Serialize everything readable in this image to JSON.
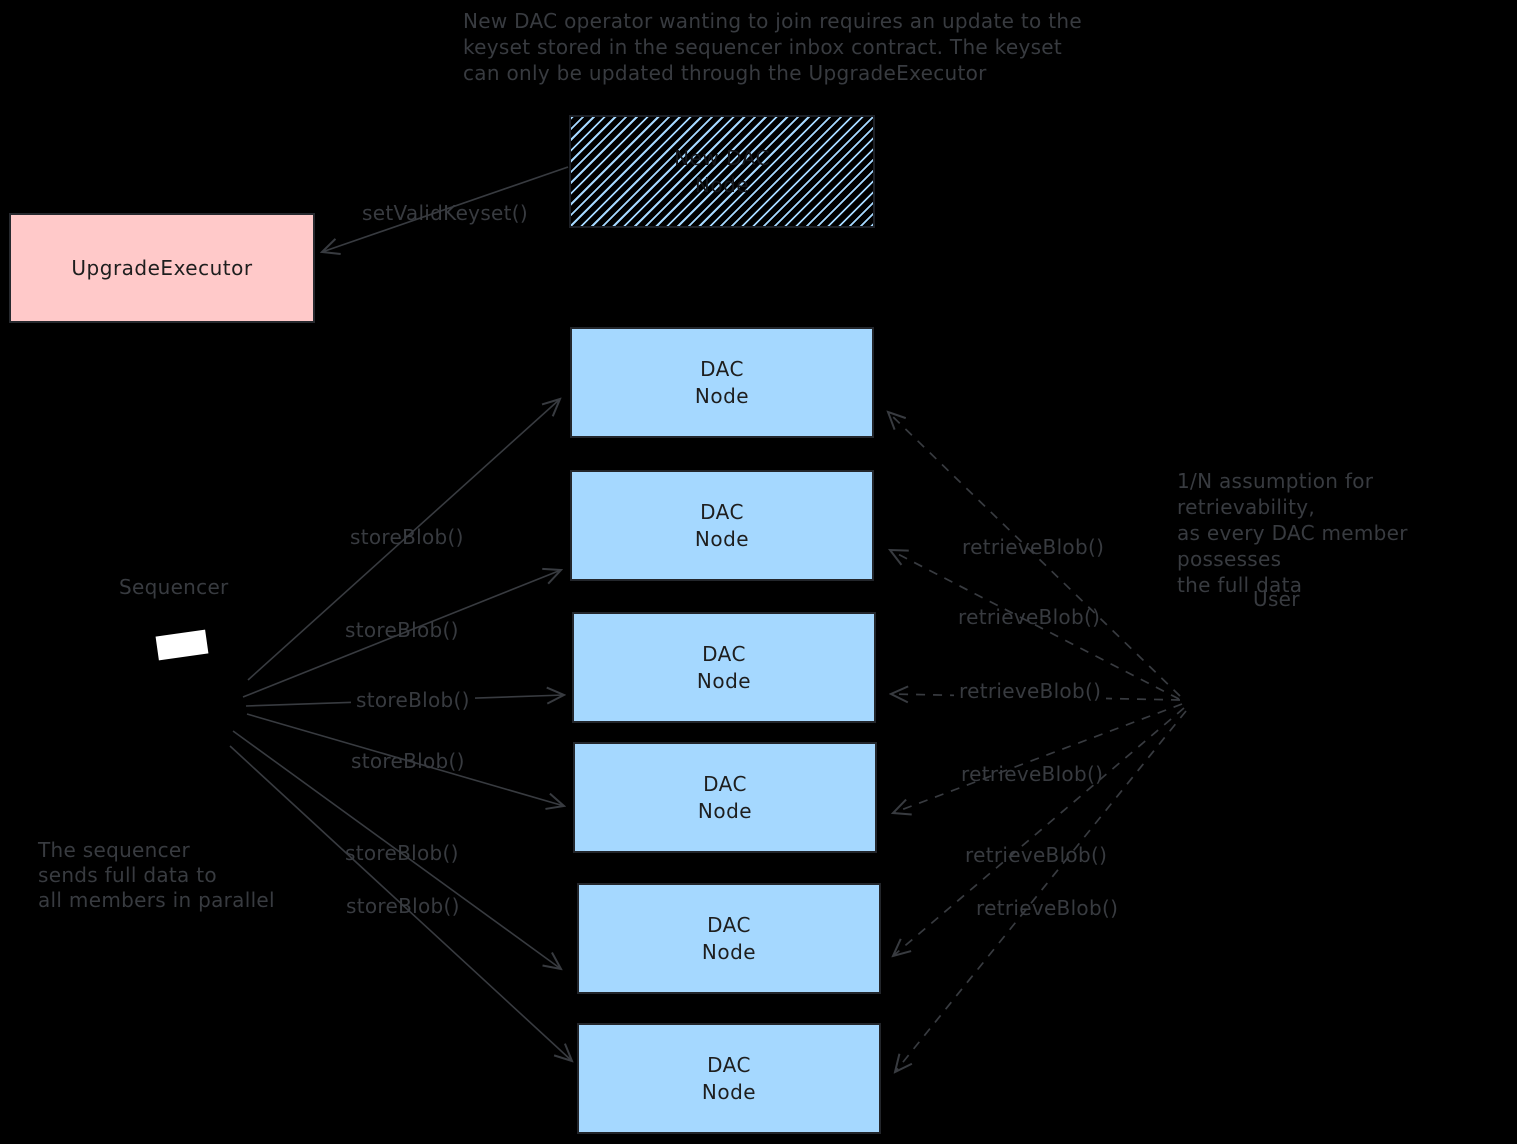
{
  "diagram": {
    "background": "#000000",
    "colors": {
      "node_fill": "#a5d8ff",
      "executor_fill": "#ffc9c9",
      "stroke_and_text": "#383b40",
      "box_text": "#1e1e1e"
    },
    "annotation_top": {
      "lines": [
        "New DAC operator wanting to join requires an update to the",
        "keyset stored in the sequencer inbox contract. The keyset",
        "can only be updated through the UpgradeExecutor"
      ]
    },
    "new_dac_box": {
      "line1": "New DAC",
      "line2": "Node"
    },
    "upgrade_executor_box": {
      "label": "UpgradeExecutor"
    },
    "dac_node_box": {
      "line1": "DAC",
      "line2": "Node"
    },
    "labels": {
      "set_valid_keyset": "setValidKeyset()",
      "store_blob": "storeBlob()",
      "retrieve_blob": "retrieveBlob()",
      "sequencer": "Sequencer",
      "user": "User"
    },
    "note_right": {
      "lines": [
        "1/N assumption for retrievability,",
        "as every DAC member possesses",
        "the full data"
      ]
    },
    "note_bottom_left": {
      "lines": [
        "The sequencer",
        "sends full data to",
        "all members in parallel"
      ]
    }
  }
}
